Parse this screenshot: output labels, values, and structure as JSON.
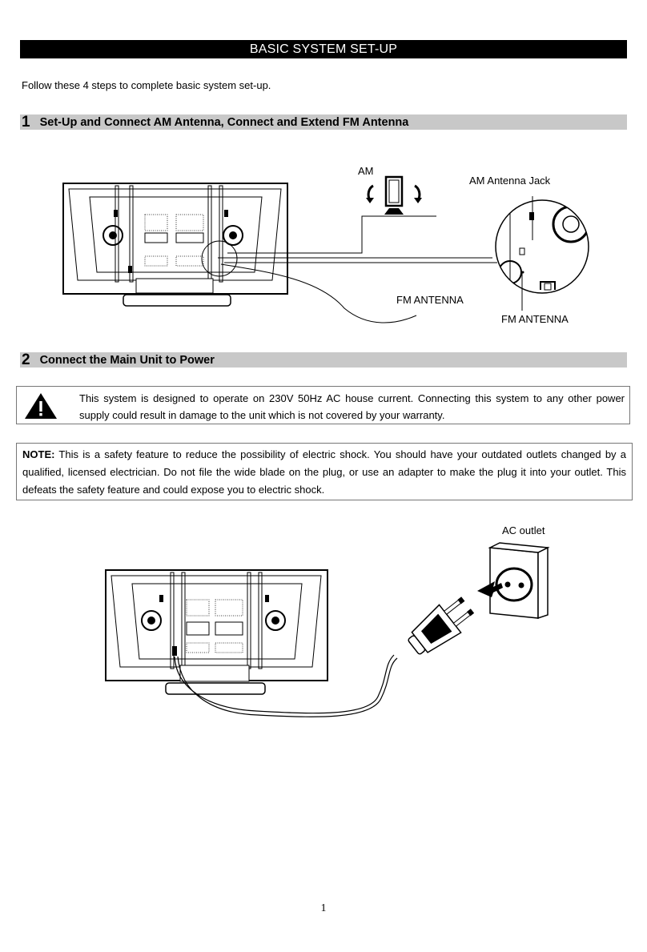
{
  "header": {
    "title": "BASIC SYSTEM SET-UP"
  },
  "intro": "Follow these 4 steps to complete basic system set-up.",
  "section1": {
    "number": "1",
    "title": "Set-Up and Connect AM Antenna, Connect and Extend FM Antenna",
    "labels": {
      "am": "AM",
      "am_jack": "AM Antenna Jack",
      "fm_antenna_1": "FM ANTENNA",
      "fm_antenna_2": "FM ANTENNA"
    }
  },
  "section2": {
    "number": "2",
    "title": "Connect the Main Unit to Power",
    "warning": "This system is designed to operate on 230V 50Hz AC house current. Connecting this system to any other power supply could result in damage to the unit which is not covered by your warranty.",
    "note_label": "NOTE:",
    "note_text": " This is a safety feature to reduce the possibility of electric shock. You should have your outdated outlets changed by a qualified, licensed electrician. Do not file the wide blade on the plug, or use an adapter to make the plug it into your outlet. This defeats the safety feature and could expose you to electric shock.",
    "labels": {
      "ac_outlet": "AC outlet"
    }
  },
  "footer": {
    "page_number": "1"
  }
}
